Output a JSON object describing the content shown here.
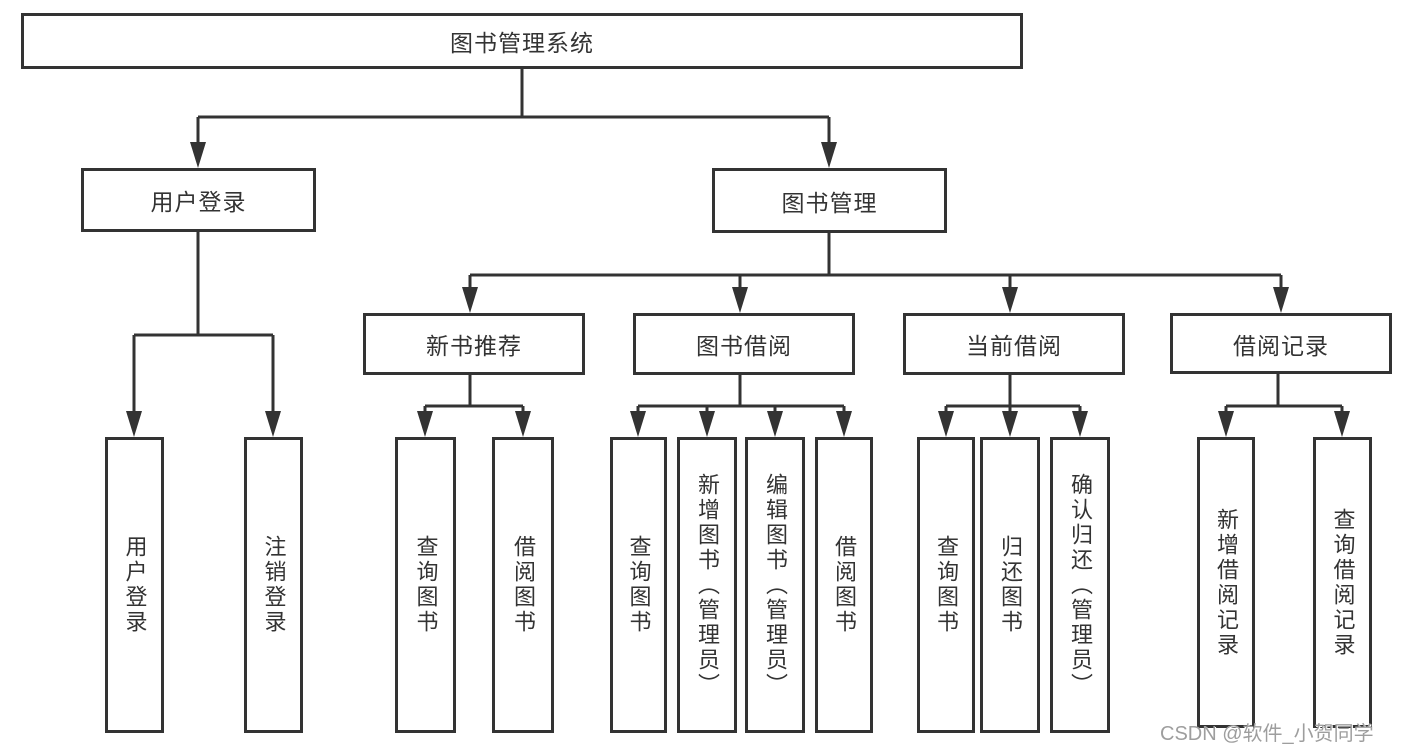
{
  "diagram": {
    "root": "图书管理系统",
    "children": [
      {
        "label": "用户登录",
        "children": [
          "用户登录",
          "注销登录"
        ]
      },
      {
        "label": "图书管理",
        "children": [
          {
            "label": "新书推荐",
            "children": [
              "查询图书",
              "借阅图书"
            ]
          },
          {
            "label": "图书借阅",
            "children": [
              "查询图书",
              "新增图书（管理员）",
              "编辑图书（管理员）",
              "借阅图书"
            ]
          },
          {
            "label": "当前借阅",
            "children": [
              "查询图书",
              "归还图书",
              "确认归还（管理员）"
            ]
          },
          {
            "label": "借阅记录",
            "children": [
              "新增借阅记录",
              "查询借阅记录"
            ]
          }
        ]
      }
    ],
    "watermark": "CSDN @软件_小贺同学",
    "colors": {
      "line": "#333333",
      "text": "#333333",
      "box_bg": "#ffffff",
      "watermark": "#9e9e9e"
    }
  }
}
